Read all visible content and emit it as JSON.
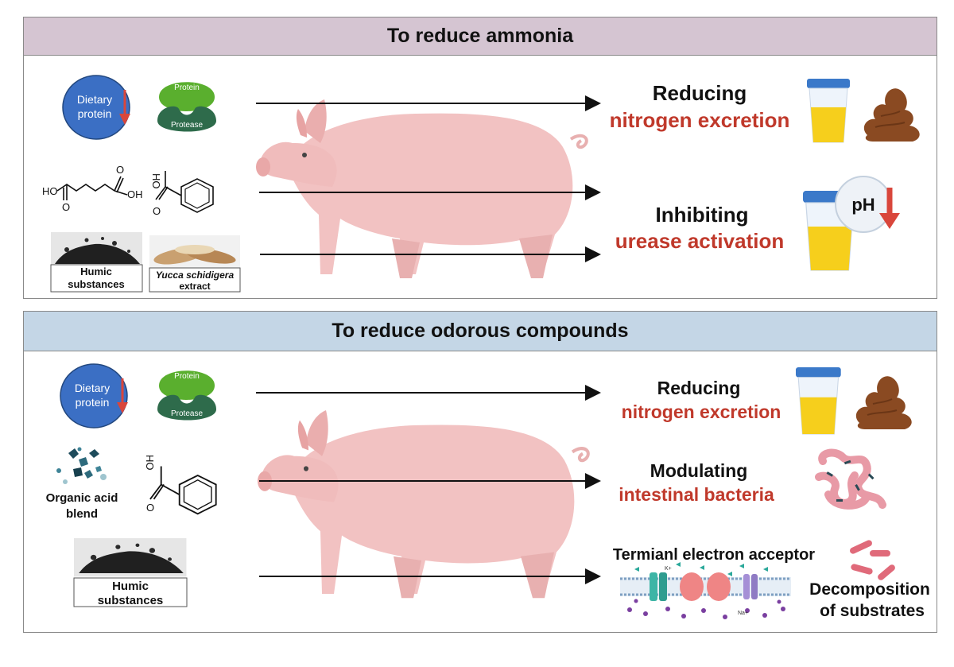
{
  "panel1": {
    "title": "To reduce ammonia",
    "dietary_protein": "Dietary protein",
    "dietary_protein_line1": "Dietary",
    "dietary_protein_line2": "protein",
    "enzyme_top": "Protein",
    "enzyme_bottom": "Protease",
    "chem_ho": "HO",
    "chem_oh": "OH",
    "chem_o1": "O",
    "chem_o2": "O",
    "benzoic_ho": "HO",
    "benzoic_o": "O",
    "humic_line1": "Humic",
    "humic_line2": "substances",
    "yucca_line1": "Yucca schidigera",
    "yucca_line2": "extract",
    "outcome1_line1": "Reducing",
    "outcome1_line2": "nitrogen excretion",
    "outcome2_line1": "Inhibiting",
    "outcome2_line2": "urease activation",
    "ph_label": "pH"
  },
  "panel2": {
    "title": "To reduce odorous compounds",
    "dietary_protein_line1": "Dietary",
    "dietary_protein_line2": "protein",
    "enzyme_top": "Protein",
    "enzyme_bottom": "Protease",
    "organic_line1": "Organic acid",
    "organic_line2": "blend",
    "benzoic_ho": "HO",
    "benzoic_o": "O",
    "humic_line1": "Humic",
    "humic_line2": "substances",
    "outcome1_line1": "Reducing",
    "outcome1_line2": "nitrogen excretion",
    "outcome2_line1": "Modulating",
    "outcome2_line2": "intestinal bacteria",
    "outcome3_title": "Termianl electron acceptor",
    "outcome3_side_line1": "Decomposition",
    "outcome3_side_line2": "of substrates",
    "ion_k": "K+",
    "ion_na": "Na+"
  },
  "colors": {
    "header1": "#d5c5d2",
    "header2": "#c4d6e6",
    "accent_red": "#c0392b",
    "protein_blue": "#3b6fc4",
    "enzyme_green": "#5aaf2e",
    "enzyme_dark": "#2e6b4b",
    "pig": "#f2c2c2",
    "urine": "#f6cf1c",
    "feces": "#8a4a22"
  },
  "icons": [
    "pig-illustration",
    "urine-cup-icon",
    "feces-icon",
    "ph-down-icon",
    "intestine-icon",
    "bacteria-icon",
    "membrane-icon",
    "humic-pile-icon",
    "yucca-root-icon",
    "adipic-acid-structure",
    "benzoic-acid-structure",
    "organic-acid-particles-icon"
  ]
}
